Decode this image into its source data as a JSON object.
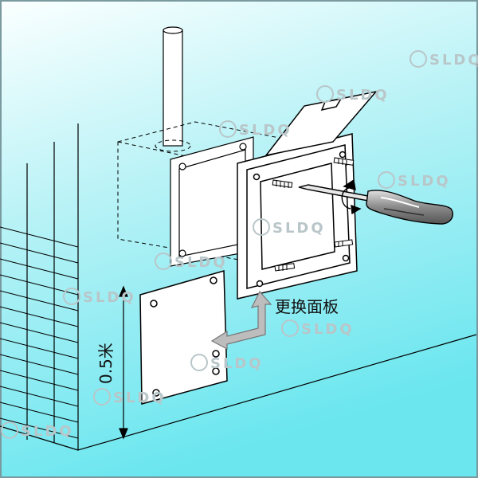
{
  "labels": {
    "replace_panel": "更换面板",
    "height": "0.5米"
  },
  "watermark": {
    "text": "SLDQ"
  },
  "colors": {
    "background_top": "#ffffff",
    "background_bottom": "#66e6f0",
    "line": "#000000",
    "arrow_fill": "#bdbdbd",
    "screwdriver_handle": "#7a7a7a",
    "panel_fill": "#ffffff"
  }
}
